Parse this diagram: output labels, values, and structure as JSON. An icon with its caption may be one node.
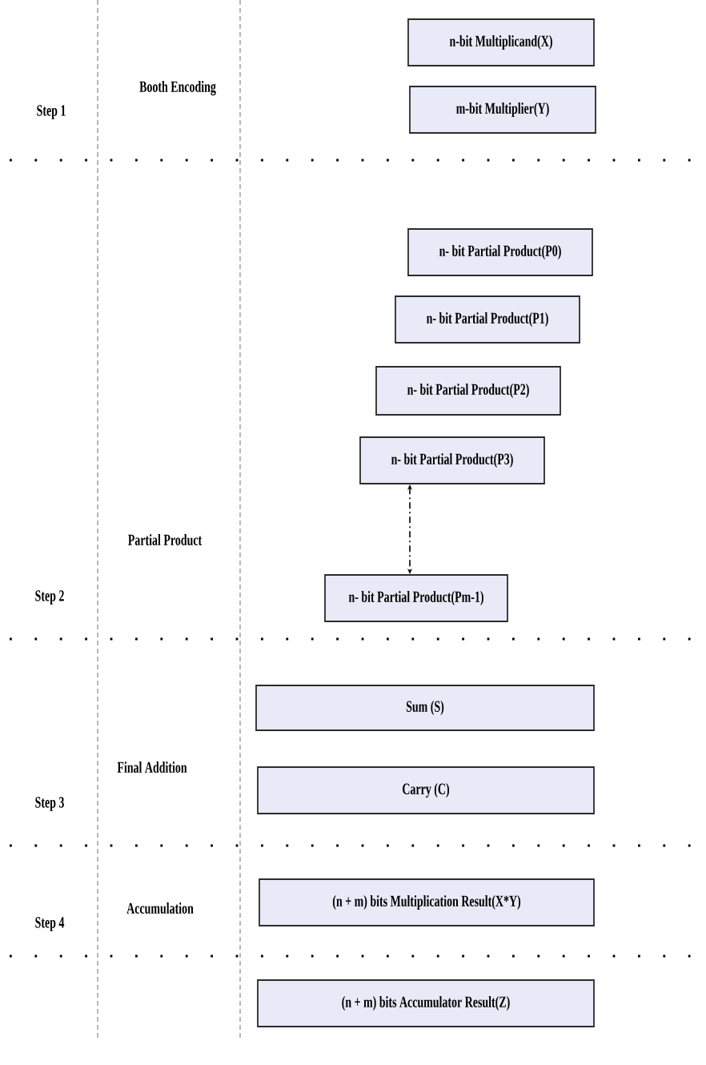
{
  "diagram": {
    "nodes": [
      {
        "text": [
          "n-bit Multiplicand(X)"
        ]
      },
      {
        "text": [
          "m-bit Multiplier(Y)"
        ]
      },
      {
        "text": [
          "n- bit Partial Product(P0)"
        ]
      },
      {
        "text": [
          "n- bit Partial Product(P1)"
        ]
      },
      {
        "text": [
          "n- bit Partial Product(P2)"
        ]
      },
      {
        "text": [
          "n- bit Partial Product(P3)"
        ]
      },
      {
        "text": [
          "n- bit Partial Product(Pm-1)"
        ]
      },
      {
        "text": [
          "Sum (S)"
        ]
      },
      {
        "text": [
          "Carry (C)"
        ]
      },
      {
        "text": [
          "(n + m) bits Multiplication Result(X*Y)"
        ]
      },
      {
        "text": [
          "(n + m) bits Accumulator Result(Z)"
        ]
      }
    ],
    "edges": [
      {
        "from": 5,
        "to": 6,
        "arrow": "both",
        "style": "dashed"
      }
    ],
    "labels": [
      "Booth Encoding",
      "Step 1",
      "Partial Product",
      "Step 2",
      "Final Addition",
      "Step 3",
      "Accumulation",
      "Step 4"
    ]
  }
}
